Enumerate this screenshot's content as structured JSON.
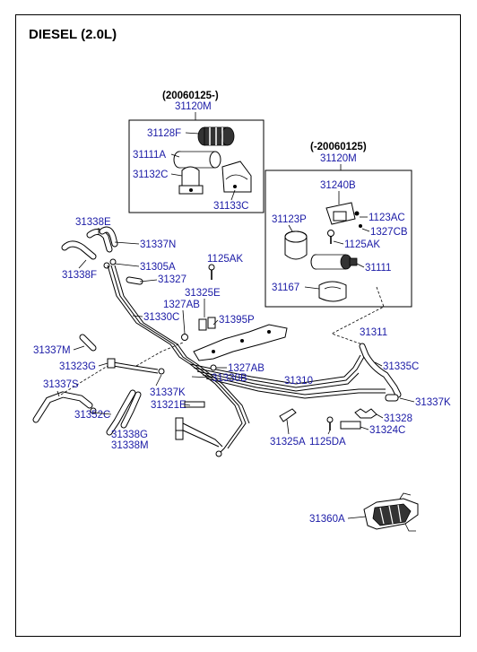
{
  "title": "DIESEL (2.0L)",
  "box1": {
    "date": "(20060125-)",
    "part": "31120M"
  },
  "box2": {
    "date": "(-20060125)",
    "part": "31120M"
  },
  "labels": {
    "p31128F": "31128F",
    "p31111A": "31111A",
    "p31132C": "31132C",
    "p31133C": "31133C",
    "p31240B": "31240B",
    "p31123P": "31123P",
    "p1123AC": "1123AC",
    "p1327CB": "1327CB",
    "p1125AK_a": "1125AK",
    "p31111": "31111",
    "p31167": "31167",
    "p31338E": "31338E",
    "p31337N": "31337N",
    "p31338F": "31338F",
    "p31305A": "31305A",
    "p31327": "31327",
    "p1125AK_b": "1125AK",
    "p31325E": "31325E",
    "p1327AB_a": "1327AB",
    "p31330C": "31330C",
    "p31395P": "31395P",
    "p31337M": "31337M",
    "p31311": "31311",
    "p31323G": "31323G",
    "p1327AB_b": "1327AB",
    "p31335C": "31335C",
    "p31330B": "31330B",
    "p31310": "31310",
    "p31337S": "31337S",
    "p31337K_a": "31337K",
    "p31337K_b": "31337K",
    "p31321E": "31321E",
    "p31352C": "31352C",
    "p31328": "31328",
    "p31324C": "31324C",
    "p31338G": "31338G",
    "p31338M": "31338M",
    "p31325A": "31325A",
    "p1125DA": "1125DA",
    "p31360A": "31360A"
  }
}
